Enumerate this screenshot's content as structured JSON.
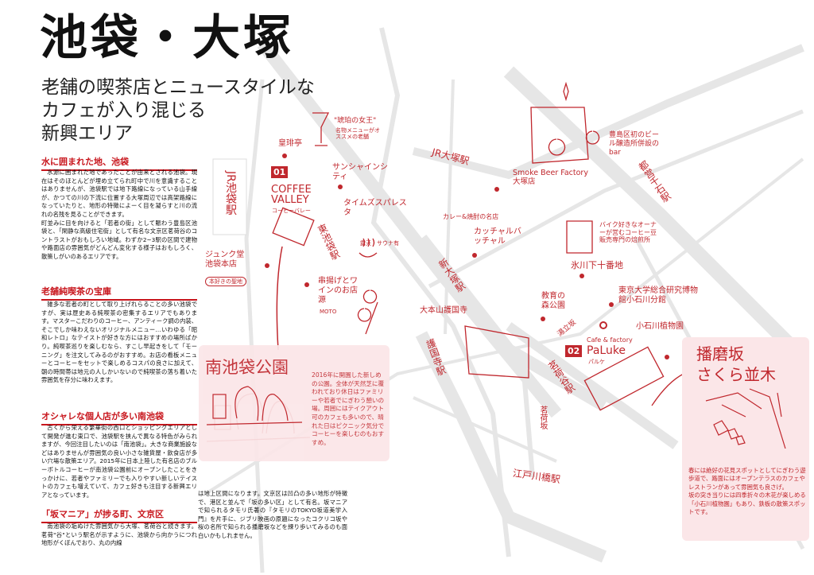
{
  "header": {
    "title": "池袋・大塚",
    "subtitle_lines": [
      "老舗の喫茶店とニュースタイルな",
      "カフェが入り混じる",
      "新興エリア"
    ]
  },
  "sections": [
    {
      "heading": "水に囲まれた地、池袋",
      "body": "水源に囲まれた地であったことが由来とされる池袋。現在はそのほとんどが埋め立てられ町中で川を意識することはありませんが、池袋駅では地下路線になっている山手線が、かつての川の下流に位置する大塚周辺では高架路線になっていたりと、地形の特徴によーく目を凝らすと川の流れの名残を見ることができます。\n町並みに目を向けると「若者の街」として賑わう豊島区池袋と、「閑静な高級住宅街」として有名な文京区茗荷谷のコントラストがおもしろい地域。わずか2~3駅の区間で建物や路面店の雰囲気がどんどん変化する様子はおもしろく、散策しがいのあるエリアです。"
    },
    {
      "heading": "老舗純喫茶の宝庫",
      "body": "雑多な若者の町として取り上げれらることの多い池袋ですが、実は歴史ある純喫茶の密集するエリアでもあります。マスターこだわりのコーヒー、アンティーク調の内装、そこでしか味わえないオリジナルメニュー…いわゆる「昭和レトロ」なテイストが好きな方にはおすすめの場所ばかり。純喫茶巡りを楽しむなら、すこし早起きをして「モーニング」を注文してみるのがおすすめ。お店の看板メニューとコーヒーをセットで楽しめるコスパの良さに加えて、朝の時間帯は地元の人しかいないので純喫茶の落ち着いた雰囲気を存分に味わえます。"
    },
    {
      "heading": "オシャレな個人店が多い南池袋",
      "body": "古くから栄える繁華街の西口とショッピングエリアとして開発が進む東口で、池袋駅を挟んで異なる特色がみられますが、今回注目したいのは「南池袋」。大きな商業施設などはありませんが雰囲気の良い小さな雑貨屋・飲食店が多い穴場な散策エリア。2015年に日本上陸した有名店のブルーボトルコーヒーが南池袋公園前にオープンしたことをきっかけに、若者やファミリーでも入りやすい新しいテイストのカフェも増えていて、カフェ好きも注目する新興エリアとなっています。"
    },
    {
      "heading": "「坂マニア」が捗る町、文京区",
      "body": "南池袋の垢ぬけた雰囲気から大塚、茗荷谷と続きます。茗荷\"谷\"という駅名が示すように、池袋から向かうにつれ地形がくぼんでおり、丸の内線"
    }
  ],
  "bottom_text": "は地上区間になります。文京区は凹凸の多い地形が特徴で、港区と並んで「坂の多い区」として有名。坂マニアで知られるタモリ氏著の『タモリのTOKYO坂道美学入門』を片手に、ジブリ映画の原題になったコクリコ坂や桜の名所で知られる播磨坂などを練り歩いてみるのも面白いかもしれません。",
  "park_box": {
    "title": "南池袋公園",
    "body": "2016年に開園した新しめの公園。全体が天然芝に覆われており休日はファミリーや若者でにぎわう憩いの場。周囲にはテイクアウト可のカフェも多いので、晴れた日はピクニック気分でコーヒーを楽しむのもおすすめ。"
  },
  "sakura_box": {
    "title_lines": [
      "播磨坂",
      "さくら並木"
    ],
    "body": "春には絶好の花見スポットとしてにぎわう遊歩道で、路面にはオープンテラスのカフェやレストランがあって雰囲気も良さげ。\n坂の突き当りには四季折々の木花が楽しめる「小石川植物園」もあり、鉄板の散策スポットです。"
  },
  "map": {
    "stations": {
      "ikebukuro": "JR池袋駅",
      "higashi_ikebukuro": "東池袋駅",
      "otsuka": "JR大塚駅",
      "shin_otsuka": "新大塚駅",
      "gokokuji": "護国寺駅",
      "myogadani": "茗荷谷駅",
      "shin_kotakebashi": "江戸川橋駅",
      "sengoku": "都営千石駅"
    },
    "spots": {
      "koheitei": "皇琲亭",
      "kohakunojoou": "\"琥珀の女王\"",
      "kohaku_note": "名物メニューがオススメの老舗",
      "sunshine": "サンシャインシティ",
      "times_spa": "タイムズスパレスタ",
      "sauna_note": "露天・サウナ有",
      "junkudo": "ジュンク堂池袋本店",
      "junkudo_note": "本好きの聖地",
      "moto": "串揚げとワインのお店源",
      "moto_en": "MOTO",
      "smoke": "Smoke Beer Factory 大塚店",
      "smoke_note": "豊島区初のビール醸造所併設のbar",
      "curry_note": "カレー&焼酎の名店",
      "kacchal": "カッチャルバッチャル",
      "hikawa": "氷川下十番地",
      "hikawa_note": "バイク好きなオーナーが営むコーヒー豆販売専門の焙煎所",
      "kyoiku": "教育の森公園",
      "museum": "東京大学総合研究博物館小石川分館",
      "gokokuji_temple": "大本山護国寺",
      "numa": "湯立坂",
      "botanical": "小石川植物園",
      "myoga_slope": "茗荷坂"
    },
    "featured": [
      {
        "number": "01",
        "name": "COFFEE VALLEY",
        "kana": "コーヒーバレー"
      },
      {
        "number": "02",
        "tag": "Cafe & factory",
        "name": "PaLuke",
        "kana": "パルケ"
      }
    ],
    "colors": {
      "accent": "#c0272d",
      "road": "#e4e4e4",
      "pink_box": "#fbe6e8"
    }
  }
}
